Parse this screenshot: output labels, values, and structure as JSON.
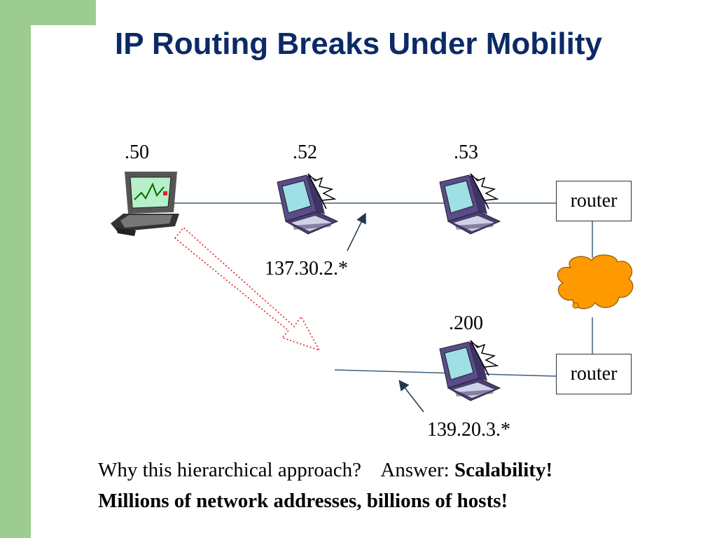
{
  "slide": {
    "title": "IP Routing Breaks Under Mobility",
    "hosts": {
      "h50": ".50",
      "h52": ".52",
      "h53": ".53",
      "h200": ".200"
    },
    "routers": {
      "top": "router",
      "bottom": "router"
    },
    "networks": {
      "upper": "137.30.2.*",
      "lower": "139.20.3.*"
    },
    "question": {
      "prefix": "Why this hierarchical approach?",
      "answer_label": "Answer:",
      "answer": "Scalability!"
    },
    "footnote": "Millions of network addresses, billions of hosts!"
  },
  "colors": {
    "title": "#0b2a66",
    "accent_bar": "#9ccc90",
    "cloud": "#ff9900",
    "link": "#3b5f7f",
    "move_arrow": "#e02020"
  }
}
